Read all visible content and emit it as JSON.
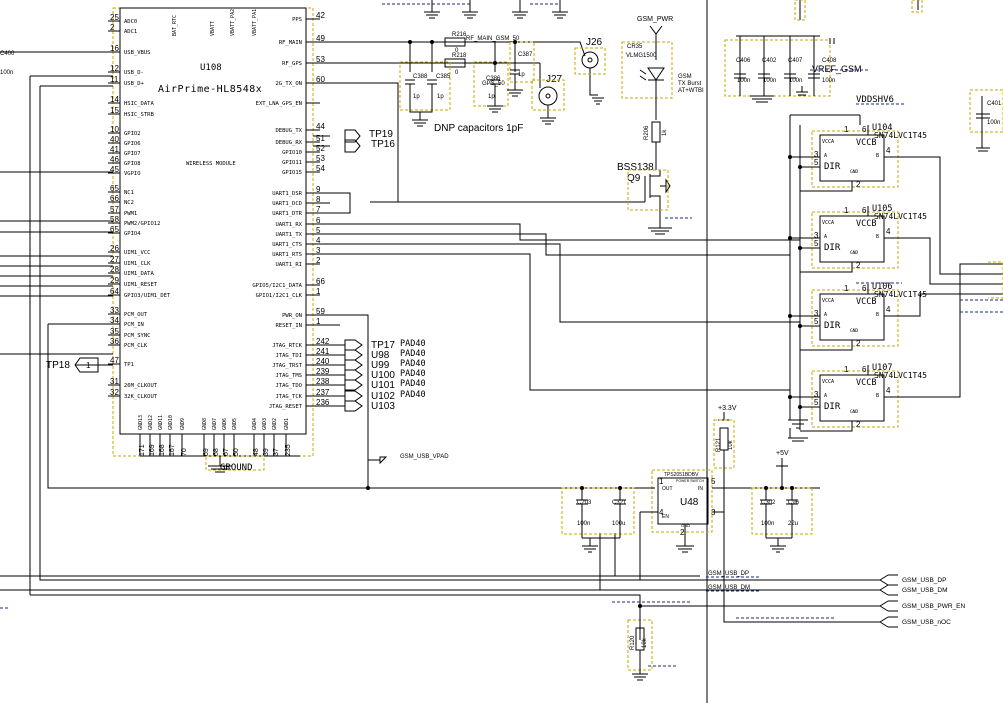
{
  "schematic": {
    "u108": {
      "ref": "U108",
      "part": "AirPrime-HL8548x",
      "subtitle": "WIRELESS MODULE",
      "left_pins": [
        {
          "num": "25",
          "name": "ADC0"
        },
        {
          "num": "2",
          "name": "ADC1"
        },
        {
          "num": "16",
          "name": "USB_VBUS"
        },
        {
          "num": "12",
          "name": "USB_D-"
        },
        {
          "num": "11",
          "name": "USB_D+"
        },
        {
          "num": "14",
          "name": "HSIC_DATA"
        },
        {
          "num": "15",
          "name": "HSIC_STRB"
        },
        {
          "num": "10",
          "name": "GPIO2"
        },
        {
          "num": "40",
          "name": "GPIO6"
        },
        {
          "num": "41",
          "name": "GPIO7"
        },
        {
          "num": "46",
          "name": "GPIO8"
        },
        {
          "num": "45",
          "name": "VGPIO"
        },
        {
          "num": "65",
          "name": "NC1"
        },
        {
          "num": "66",
          "name": "NC2"
        },
        {
          "num": "57",
          "name": "PWM1"
        },
        {
          "num": "58",
          "name": "PWM2/GPIO12"
        },
        {
          "num": "65",
          "name": "GPIO4"
        },
        {
          "num": "26",
          "name": "UIM1_VCC"
        },
        {
          "num": "27",
          "name": "UIM1_CLK"
        },
        {
          "num": "28",
          "name": "UIM1_DATA"
        },
        {
          "num": "29",
          "name": "UIM1_RESET"
        },
        {
          "num": "64",
          "name": "GPIO3/UIM1_DET"
        },
        {
          "num": "33",
          "name": "PCM_OUT"
        },
        {
          "num": "34",
          "name": "PCM_IN"
        },
        {
          "num": "35",
          "name": "PCM_SYNC"
        },
        {
          "num": "36",
          "name": "PCM_CLK"
        },
        {
          "num": "47",
          "name": "TP1"
        },
        {
          "num": "31",
          "name": "26M_CLKOUT"
        },
        {
          "num": "32",
          "name": "32K_CLKOUT"
        }
      ],
      "right_pins": [
        {
          "num": "42",
          "name": "PPS"
        },
        {
          "num": "49",
          "name": "RF_MAIN"
        },
        {
          "num": "53",
          "name": "RF_GPS"
        },
        {
          "num": "60",
          "name": "2G_TX_ON"
        },
        {
          "num": "",
          "name": "EXT_LNA_GPS_EN"
        },
        {
          "num": "44",
          "name": "DEBUG_TX"
        },
        {
          "num": "51",
          "name": "DEBUG_RX"
        },
        {
          "num": "52",
          "name": "GPIO10"
        },
        {
          "num": "53",
          "name": "GPIO11"
        },
        {
          "num": "54",
          "name": "GPIO15"
        },
        {
          "num": "9",
          "name": "UART1_DSR"
        },
        {
          "num": "8",
          "name": "UART1_DCD"
        },
        {
          "num": "7",
          "name": "UART1_DTR"
        },
        {
          "num": "6",
          "name": "UART1_RX"
        },
        {
          "num": "5",
          "name": "UART1_TX"
        },
        {
          "num": "4",
          "name": "UART1_CTS"
        },
        {
          "num": "3",
          "name": "UART1_RTS"
        },
        {
          "num": "2",
          "name": "UART1_RI"
        },
        {
          "num": "66",
          "name": "GPIO5/I2C1_DATA"
        },
        {
          "num": "1",
          "name": "GPIO1/I2C1_CLK"
        },
        {
          "num": "59",
          "name": "PWR_ON"
        },
        {
          "num": "1",
          "name": "RESET_IN"
        },
        {
          "num": "242",
          "name": "JTAG_RTCK"
        },
        {
          "num": "241",
          "name": "JTAG_TDI"
        },
        {
          "num": "240",
          "name": "JTAG_TRST"
        },
        {
          "num": "239",
          "name": "JTAG_TMS"
        },
        {
          "num": "238",
          "name": "JTAG_TDO"
        },
        {
          "num": "237",
          "name": "JTAG_TCK"
        },
        {
          "num": "236",
          "name": "JTAG_RESET"
        }
      ],
      "top_pins": [
        "BAT_RTC",
        "VBATT",
        "VBATT_PA2",
        "VBATT_PA1"
      ],
      "bottom_pins": [
        "GND13",
        "GND12",
        "GND11",
        "GND10",
        "GND9",
        "GND8",
        "GND7",
        "GND6",
        "GND5",
        "GND4",
        "GND3",
        "GND2",
        "GND1"
      ],
      "bottom_nums": [
        "171",
        "169",
        "168",
        "167",
        "70",
        "69",
        "68",
        "67",
        "50",
        "48",
        "39",
        "37",
        "235"
      ],
      "ground_label": "GROUND"
    },
    "test_points": [
      {
        "label": "TP19"
      },
      {
        "label": "TP16"
      },
      {
        "label": "TP17",
        "pad": "PAD40"
      },
      {
        "label": "U98",
        "pad": "PAD40"
      },
      {
        "label": "U99",
        "pad": "PAD40"
      },
      {
        "label": "U100",
        "pad": "PAD40"
      },
      {
        "label": "U101",
        "pad": "PAD40"
      },
      {
        "label": "U102",
        "pad": "PAD40"
      },
      {
        "label": "U103"
      },
      {
        "label": "TP18",
        "pin": "1"
      }
    ],
    "rf": {
      "r216": "R216",
      "r218": "R218",
      "net_main": "RF_MAIN_GSM_50",
      "net_gps": "GPS_50",
      "res_val": "0",
      "caps": [
        {
          "ref": "C388",
          "val": "1p"
        },
        {
          "ref": "C385",
          "val": "1p"
        },
        {
          "ref": "C386",
          "val": "1p"
        },
        {
          "ref": "C387",
          "val": "1p"
        }
      ],
      "j26": "J26",
      "j27": "J27",
      "note": "DNP capacitors 1pF"
    },
    "led": {
      "net": "GSM_PWR",
      "ref": "CR35",
      "part": "VLMG1500",
      "label1": "GSM",
      "label2": "TX Burst",
      "label3": "AT+WTBI",
      "r206": "R206",
      "r206_val": "1k",
      "fet": "BSS138",
      "fet_ref": "Q9"
    },
    "decoupling": {
      "caps": [
        {
          "ref": "C406",
          "val": "100n"
        },
        {
          "ref": "C402",
          "val": "100n"
        },
        {
          "ref": "C407",
          "val": "100n"
        },
        {
          "ref": "C408",
          "val": "100n"
        }
      ],
      "net": "VREF_GSM",
      "cap_left": {
        "ref": "C400",
        "val": "100n"
      },
      "cap_right": {
        "ref": "C401",
        "val": "100n"
      }
    },
    "level_shifters": [
      {
        "ref": "U104",
        "part": "SN74LVC1T45",
        "net": "VDDSHV6"
      },
      {
        "ref": "U105",
        "part": "SN74LVC1T45"
      },
      {
        "ref": "U106",
        "part": "SN74LVC1T45"
      },
      {
        "ref": "U107",
        "part": "SN74LVC1T45"
      }
    ],
    "ls_labels": {
      "vcca": "VCCA",
      "vccb": "VCCB",
      "dir": "DIR",
      "gnd": "GND",
      "a": "A",
      "b": "B"
    },
    "power_switch": {
      "ref": "U48",
      "part": "TPS2051BDBV",
      "sub": "POWER SWITCH",
      "out": "OUT",
      "in": "IN",
      "en": "EN",
      "gnd": "GND",
      "rail_33": "+3.3V",
      "rail_5": "+5V",
      "r121": "R121",
      "r121_val": "10k",
      "caps": [
        {
          "ref": "C203",
          "val": "100n"
        },
        {
          "ref": "C321",
          "val": "100u"
        },
        {
          "ref": "C302",
          "val": "100n"
        },
        {
          "ref": "C96",
          "val": "22u"
        }
      ],
      "vpad": "GSM_USB_VPAD"
    },
    "usb_nets": {
      "dp": "GSM_USB_DP",
      "dm": "GSM_USB_DM",
      "pwr_en": "GSM_USB_PWR_EN",
      "noc": "GSM_USB_nOC",
      "dp_short": "GSM_USB_DP",
      "dm_short": "GSM_USB_DM"
    },
    "r120": {
      "ref": "R120",
      "val": "10k"
    }
  }
}
